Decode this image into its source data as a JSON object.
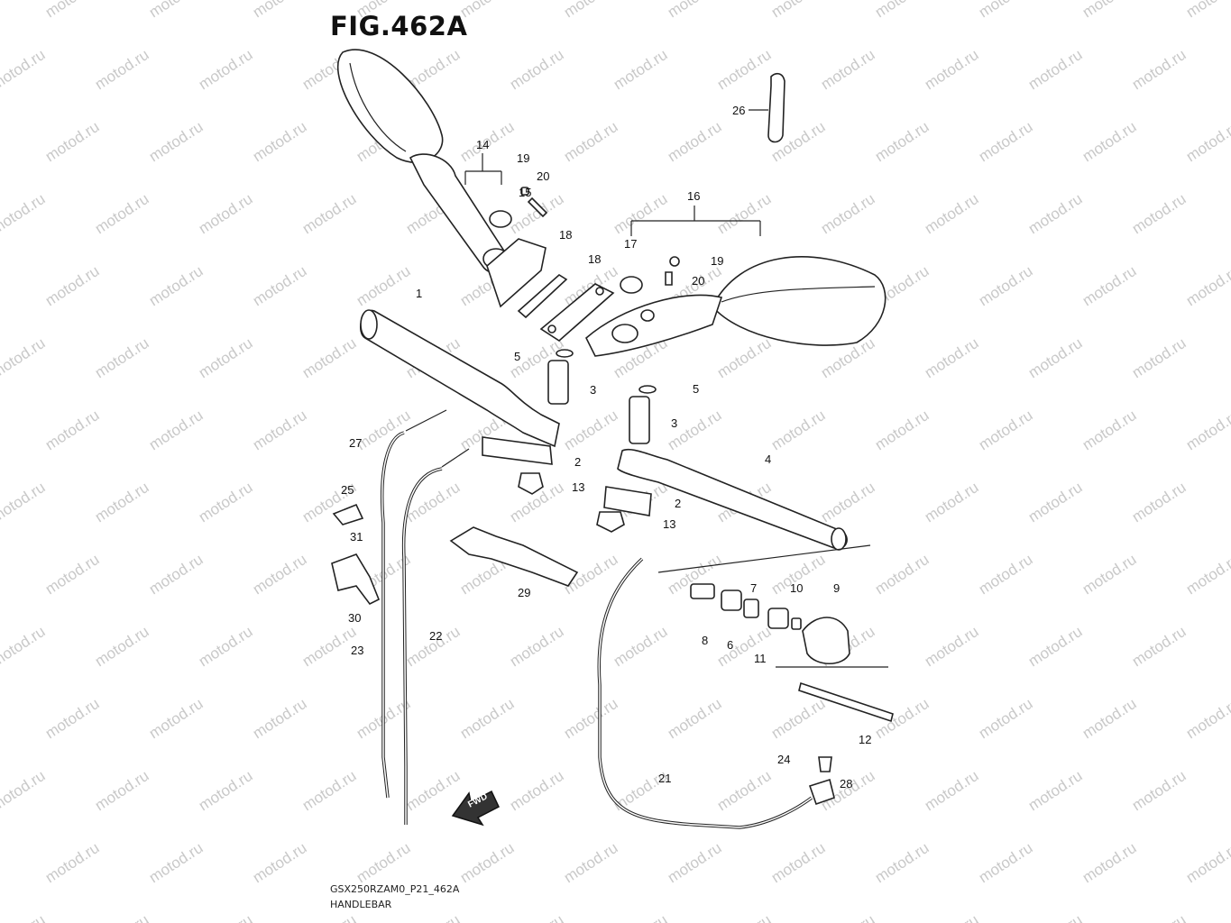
{
  "figure": {
    "title": "FIG.462A",
    "code": "GSX250RZAM0_P21_462A",
    "name": "HANDLEBAR"
  },
  "watermark": "motod.ru",
  "callouts": [
    "1",
    "2",
    "2",
    "3",
    "3",
    "4",
    "5",
    "5",
    "6",
    "7",
    "8",
    "9",
    "10",
    "11",
    "12",
    "13",
    "13",
    "14",
    "15",
    "16",
    "17",
    "18",
    "18",
    "19",
    "19",
    "20",
    "20",
    "21",
    "22",
    "23",
    "24",
    "25",
    "26",
    "27",
    "28",
    "29",
    "30",
    "31"
  ],
  "fwd_label": "FWD"
}
